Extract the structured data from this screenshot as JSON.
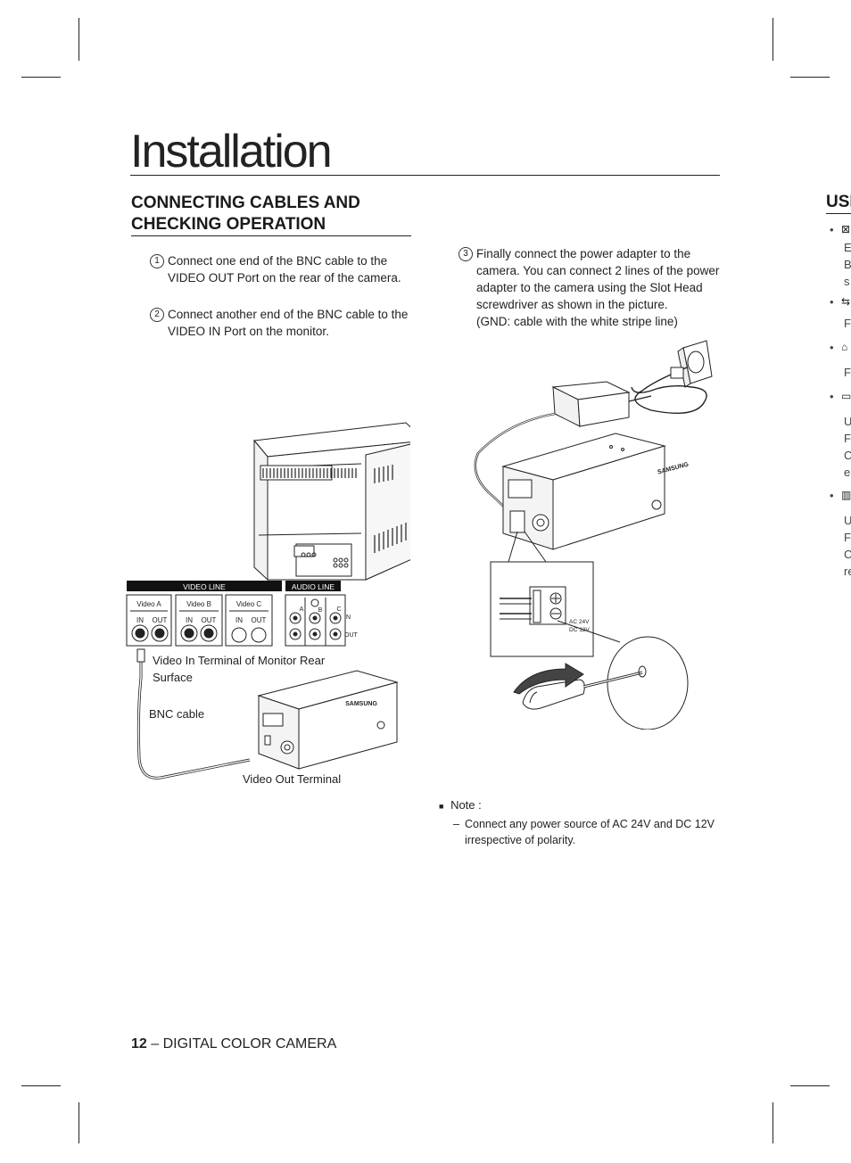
{
  "page": {
    "title": "Installation",
    "section_heading": "CONNECTING CABLES AND CHECKING OPERATION",
    "steps": [
      {
        "number": "1",
        "text_line1": "Connect one end of the BNC cable to the",
        "text_line2": "VIDEO OUT Port on the rear of the camera."
      },
      {
        "number": "2",
        "text_line1": "Connect another end of the BNC cable to the",
        "text_line2": "VIDEO IN Port on the monitor."
      },
      {
        "number": "3",
        "text_line1": "Finally connect the power adapter to the",
        "text_line2": "camera. You can connect 2 lines of the power",
        "text_line3": "adapter to the camera using the Slot Head",
        "text_line4": "screwdriver as shown in the picture.",
        "text_line5": "(GND: cable with the white stripe line)"
      }
    ],
    "left_figure": {
      "video_line_label": "VIDEO LINE",
      "audio_line_label": "AUDIO LINE",
      "video_groups": [
        "Video A",
        "Video B",
        "Video C"
      ],
      "in_label": "IN",
      "out_label": "OUT",
      "audio_channels": [
        "A",
        "B",
        "C"
      ],
      "caption_monitor_line1": "Video In Terminal of Monitor Rear",
      "caption_monitor_line2": "Surface",
      "caption_bnc": "BNC cable",
      "caption_video_out": "Video Out Terminal",
      "camera_brand": "SAMSUNG"
    },
    "right_figure": {
      "camera_brand": "SAMSUNG",
      "terminal_label1": "AC 24V",
      "terminal_label2": "DC 12V"
    },
    "note": {
      "bullet": "■",
      "label": "Note",
      "colon": " :",
      "dash": "–",
      "line1": "Connect any power source of AC 24V and DC 12V",
      "line2": "irrespective of polarity."
    },
    "footer": {
      "page_number": "12",
      "text": " – DIGITAL COLOR CAMERA"
    },
    "side_column": {
      "heading": "USI",
      "bullets": [
        "•",
        "•",
        "•",
        "•",
        "•"
      ],
      "fragments": [
        "E",
        "B",
        "s",
        "F",
        "F",
        "U",
        "F",
        "C",
        "e",
        "U",
        "F",
        "C",
        "re"
      ]
    }
  }
}
